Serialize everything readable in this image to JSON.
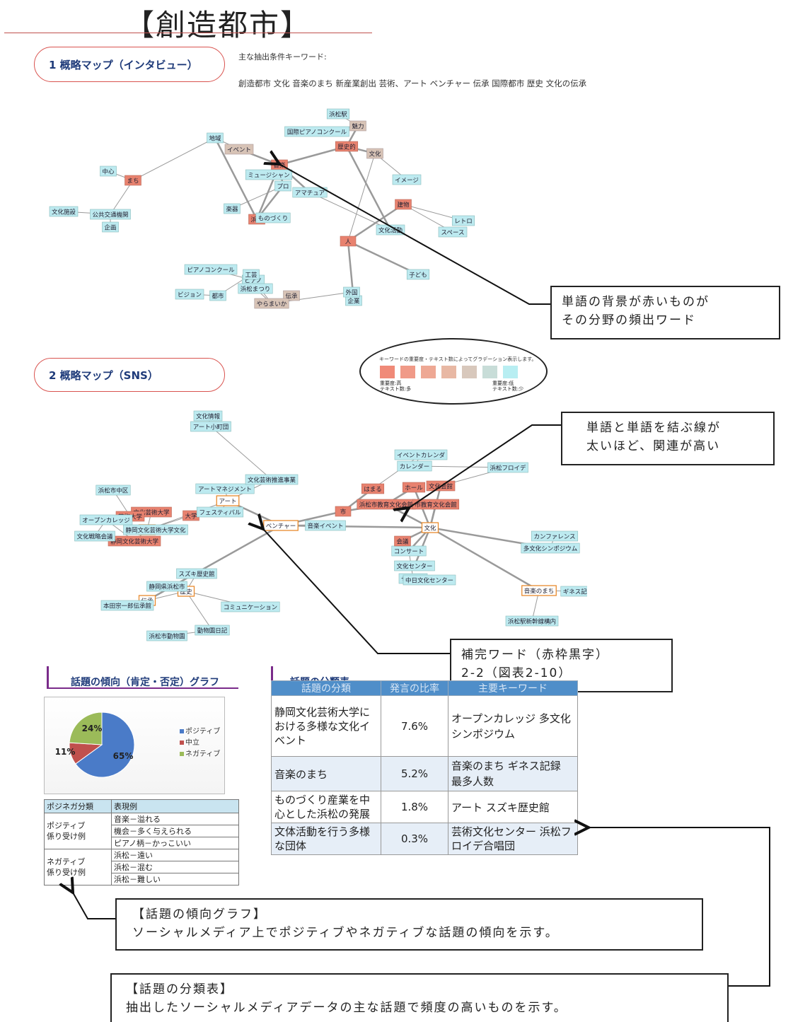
{
  "title": "【創造都市】",
  "section1": {
    "heading": "1 概略マップ（インタビュー）",
    "conditions_label": "主な抽出条件キーワード:",
    "keywords": "創造都市 文化 音楽のまち 新産業創出 芸術、アート ベンチャー 伝承 国際都市 歴史 文化の伝承"
  },
  "section2": {
    "heading": "2 概略マップ（SNS）"
  },
  "legend": {
    "caption": "キーワードの重要度・テキスト数によってグラデーション表示します。",
    "left_label_1": "重要度:高",
    "left_label_2": "テキスト数:多",
    "right_label_1": "重要度:低",
    "right_label_2": "テキスト数:少",
    "colors": [
      "#f08a78",
      "#f09a88",
      "#eea894",
      "#e8b8a4",
      "#d8c8bc",
      "#c8ddd8",
      "#b8eef2"
    ]
  },
  "map1_words": [
    {
      "t": "音楽",
      "c": "red"
    },
    {
      "t": "イベント",
      "c": "tan"
    },
    {
      "t": "まち",
      "c": "red"
    },
    {
      "t": "浜松",
      "c": "red"
    },
    {
      "t": "歴史的",
      "c": "red"
    },
    {
      "t": "文化",
      "c": "tan"
    },
    {
      "t": "人",
      "c": "red"
    },
    {
      "t": "建物",
      "c": "red"
    },
    {
      "t": "ミュージシャン",
      "c": "cyan"
    },
    {
      "t": "プロ",
      "c": "cyan"
    },
    {
      "t": "文化活動",
      "c": "cyan"
    },
    {
      "t": "アマチュア",
      "c": "cyan"
    },
    {
      "t": "ピアノ",
      "c": "cyan"
    },
    {
      "t": "ピアノコンクール",
      "c": "cyan"
    },
    {
      "t": "浜松まつり",
      "c": "cyan"
    },
    {
      "t": "ものづくり",
      "c": "cyan"
    },
    {
      "t": "魅力",
      "c": "tan"
    },
    {
      "t": "伝承",
      "c": "tan"
    },
    {
      "t": "地域",
      "c": "cyan"
    },
    {
      "t": "文化施設",
      "c": "cyan"
    },
    {
      "t": "公共交通機関",
      "c": "cyan"
    },
    {
      "t": "企画",
      "c": "cyan"
    },
    {
      "t": "レトロ",
      "c": "cyan"
    },
    {
      "t": "スペース",
      "c": "cyan"
    },
    {
      "t": "イメージ",
      "c": "cyan"
    },
    {
      "t": "国際ピアノコンクール",
      "c": "cyan"
    },
    {
      "t": "浜松駅",
      "c": "cyan"
    },
    {
      "t": "楽器",
      "c": "cyan"
    },
    {
      "t": "中心",
      "c": "cyan"
    },
    {
      "t": "企業",
      "c": "cyan"
    },
    {
      "t": "子ども",
      "c": "cyan"
    },
    {
      "t": "工芸",
      "c": "cyan"
    },
    {
      "t": "都市",
      "c": "cyan"
    },
    {
      "t": "ビジョン",
      "c": "cyan"
    },
    {
      "t": "外国",
      "c": "cyan"
    },
    {
      "t": "やらまいか",
      "c": "tan"
    }
  ],
  "map2_words": [
    {
      "t": "ベンチャー",
      "c": "box"
    },
    {
      "t": "アート",
      "c": "box"
    },
    {
      "t": "芸術",
      "c": "box"
    },
    {
      "t": "歴史",
      "c": "box"
    },
    {
      "t": "伝承",
      "c": "box"
    },
    {
      "t": "文化",
      "c": "box"
    },
    {
      "t": "文化芸術大学",
      "c": "red"
    },
    {
      "t": "芸術大学",
      "c": "red"
    },
    {
      "t": "大学",
      "c": "red"
    },
    {
      "t": "ホール",
      "c": "red"
    },
    {
      "t": "浜松市教育文化会館",
      "c": "red"
    },
    {
      "t": "文化会館",
      "c": "red"
    },
    {
      "t": "市",
      "c": "red"
    },
    {
      "t": "はまる",
      "c": "red"
    },
    {
      "t": "静岡文化芸術大学",
      "c": "red"
    },
    {
      "t": "浜松市中区",
      "c": "cyan"
    },
    {
      "t": "静岡文化芸術大学文化",
      "c": "cyan"
    },
    {
      "t": "アートマネジメント",
      "c": "cyan"
    },
    {
      "t": "文化芸術推進事業",
      "c": "cyan"
    },
    {
      "t": "フェスティバル",
      "c": "cyan"
    },
    {
      "t": "オープンカレッジ",
      "c": "cyan"
    },
    {
      "t": "文化戦略会議",
      "c": "cyan"
    },
    {
      "t": "スズキ歴史館",
      "c": "cyan"
    },
    {
      "t": "静岡県浜松市",
      "c": "cyan"
    },
    {
      "t": "本田宗一郎伝承館",
      "c": "cyan"
    },
    {
      "t": "コミュニケーション",
      "c": "cyan"
    },
    {
      "t": "浜松市動物園",
      "c": "cyan"
    },
    {
      "t": "動物園日記",
      "c": "cyan"
    },
    {
      "t": "文化情報",
      "c": "cyan"
    },
    {
      "t": "アート小町団",
      "c": "cyan"
    },
    {
      "t": "音楽イベント",
      "c": "cyan"
    },
    {
      "t": "コンサート",
      "c": "cyan"
    },
    {
      "t": "文化センター",
      "c": "cyan"
    },
    {
      "t": "センター",
      "c": "cyan"
    },
    {
      "t": "中日文化センター",
      "c": "cyan"
    },
    {
      "t": "イベントカレンダ",
      "c": "cyan"
    },
    {
      "t": "カレンダー",
      "c": "cyan"
    },
    {
      "t": "浜松フロイデ",
      "c": "cyan"
    },
    {
      "t": "音楽のまち",
      "c": "box"
    },
    {
      "t": "ギネス記録",
      "c": "cyan"
    },
    {
      "t": "多文化シンポジウム",
      "c": "cyan"
    },
    {
      "t": "カンファレンス",
      "c": "cyan"
    },
    {
      "t": "浜松駅新幹線構内",
      "c": "cyan"
    },
    {
      "t": "会議",
      "c": "red"
    },
    {
      "t": "市教育文化会館",
      "c": "red"
    }
  ],
  "callouts": {
    "c1": "単語の背景が赤いものが\nその分野の頻出ワード",
    "c2": "単語と単語を結ぶ線が\n太いほど、関連が高い",
    "c3": "補完ワード（赤枠黒字）\n2-2（図表2-10）",
    "c4_line1": "【話題の傾向グラフ】",
    "c4_line2": "ソーシャルメディア上でポジティブやネガティブな話題の傾向を示す。",
    "c5_line1": "【話題の分類表】",
    "c5_line2": "抽出したソーシャルメディアデータの主な話題で頻度の高いものを示す。"
  },
  "pie_section": {
    "heading": "話題の傾向（肯定・否定）グラフ"
  },
  "table_section": {
    "heading": "話題の分類表"
  },
  "chart_data": {
    "type": "pie",
    "categories": [
      "ポジティブ",
      "中立",
      "ネガティブ"
    ],
    "values": [
      65,
      11,
      24
    ],
    "labels": [
      "65%",
      "11%",
      "24%"
    ],
    "colors": [
      "#4a7bc8",
      "#c0504d",
      "#9bbb59"
    ],
    "legend_position": "right"
  },
  "topic_table": {
    "headers": [
      "話題の分類",
      "発言の比率",
      "主要キーワード"
    ],
    "rows": [
      [
        "静岡文化芸術大学における多様な文化イベント",
        "7.6%",
        "オープンカレッジ 多文化シンポジウム"
      ],
      [
        "音楽のまち",
        "5.2%",
        "音楽のまち ギネス記録 最多人数"
      ],
      [
        "ものづくり産業を中心とした浜松の発展",
        "1.8%",
        "アート スズキ歴史館"
      ],
      [
        "文体活動を行う多様な団体",
        "0.3%",
        "芸術文化センター 浜松フロイデ合唱団"
      ]
    ]
  },
  "pn_table": {
    "headers": [
      "ポジネガ分類",
      "表現例"
    ],
    "groups": [
      {
        "label": "ポジティブ\n係り受け例",
        "items": [
          "音楽－溢れる",
          "機会－多く与えられる",
          "ピアノ柄－かっこいい"
        ]
      },
      {
        "label": "ネガティブ\n係り受け例",
        "items": [
          "浜松－遠い",
          "浜松－混む",
          "浜松－難しい"
        ]
      }
    ]
  }
}
